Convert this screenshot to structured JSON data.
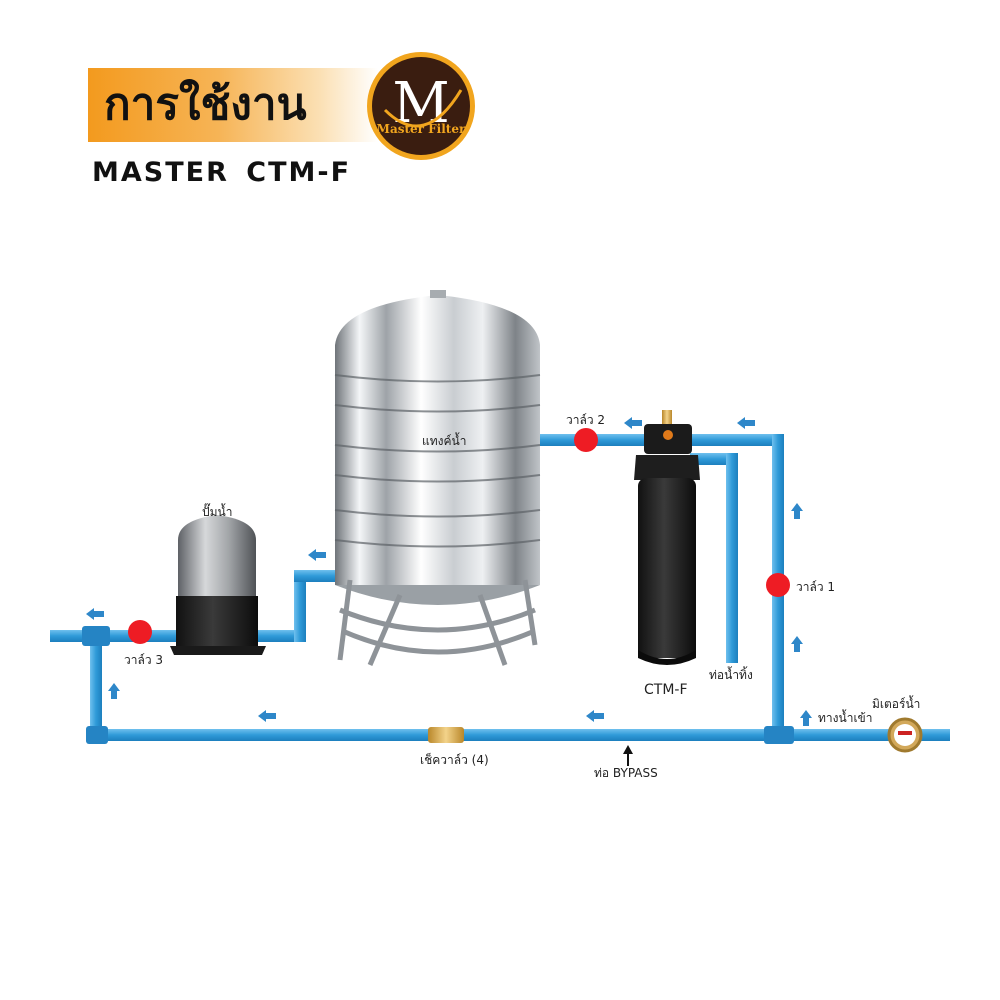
{
  "header": {
    "title": "การใช้งาน",
    "subtitle": "MASTER  CTM-F",
    "logo_letter": "M",
    "logo_text": "Master Filter"
  },
  "labels": {
    "tank": "แทงค์น้ำ",
    "pump": "ปั๊มน้ำ",
    "valve1": "วาล์ว 1",
    "valve2": "วาล์ว 2",
    "valve3": "วาล์ว 3",
    "check_valve": "เช็ควาล์ว (4)",
    "bypass": "ท่อ BYPASS",
    "drain": "ท่อน้ำทิ้ง",
    "filter": "CTM-F",
    "inlet": "ทางน้ำเข้า",
    "meter": "มิเตอร์น้ำ"
  },
  "colors": {
    "pipe": "#2f9ad8",
    "pipe_dark": "#1c7fbe",
    "valve": "#ee1c24",
    "accent": "#f39a1e",
    "arrow": "#2e87c9"
  }
}
